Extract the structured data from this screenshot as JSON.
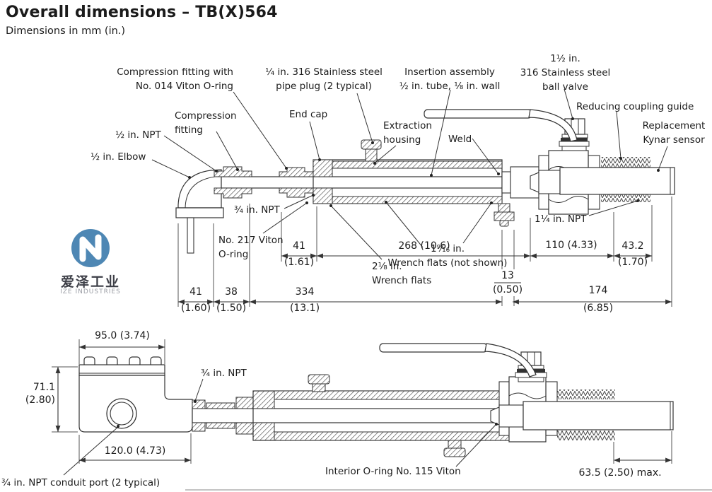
{
  "header": {
    "title": "Overall dimensions – TB(X)564",
    "subtitle": "Dimensions in mm (in.)"
  },
  "logo": {
    "cn": "爱泽工业",
    "en": "IZE INDUSTRIES",
    "accent_color": "#4e87b4"
  },
  "top": {
    "labels": {
      "comp_fitting_oring": "Compression fitting with\nNo. 014 Viton O-ring",
      "pipe_plug": "¼ in. 316 Stainless steel\npipe plug (2 typical)",
      "insertion": "Insertion assembly\n½ in. tube, ⅛ in. wall",
      "ball_valve": "1½ in.\n316 Stainless steel\nball valve",
      "reducing_coupling": "Reducing coupling guide",
      "replacement_sensor": "Replacement\nKynar sensor",
      "compression_fitting": "Compression\nfitting",
      "end_cap": "End cap",
      "extraction_housing": "Extraction\nhousing",
      "weld": "Weld",
      "npt_half": "½ in. NPT",
      "elbow_half": "½ in. Elbow",
      "npt_three_quarter": "¾ in. NPT",
      "viton_217": "No. 217 Viton\nO-ring",
      "wrench_2_1_8": "2⅛ in.\nWrench flats",
      "wrench_1_9_16": "1⁹⁄₁₆ in.\nWrench flats (not shown)",
      "npt_1_quarter": "1¼ in. NPT"
    },
    "dims": {
      "d41a": {
        "mm": "41",
        "in": "(1.61)"
      },
      "d268": {
        "mm": "268 (10.6)"
      },
      "d110": {
        "mm": "110 (4.33)"
      },
      "d43": {
        "mm": "43.2",
        "in": "(1.70)"
      },
      "d13": {
        "mm": "13",
        "in": "(0.50)"
      },
      "d41b": {
        "mm": "41",
        "in": "(1.60)"
      },
      "d38": {
        "mm": "38",
        "in": "(1.50)"
      },
      "d334": {
        "mm": "334",
        "in": "(13.1)"
      },
      "d174": {
        "mm": "174",
        "in": "(6.85)"
      }
    }
  },
  "bottom": {
    "labels": {
      "npt_three_quarter": "¾ in. NPT",
      "conduit_port": "¾ in. NPT conduit port (2 typical)",
      "interior_oring": "Interior O-ring No. 115 Viton"
    },
    "dims": {
      "d95": {
        "mm": "95.0 (3.74)"
      },
      "d71": {
        "mm": "71.1",
        "in": "(2.80)"
      },
      "d120": {
        "mm": "120.0 (4.73)"
      },
      "d63": {
        "mm": "63.5 (2.50) max."
      }
    }
  }
}
